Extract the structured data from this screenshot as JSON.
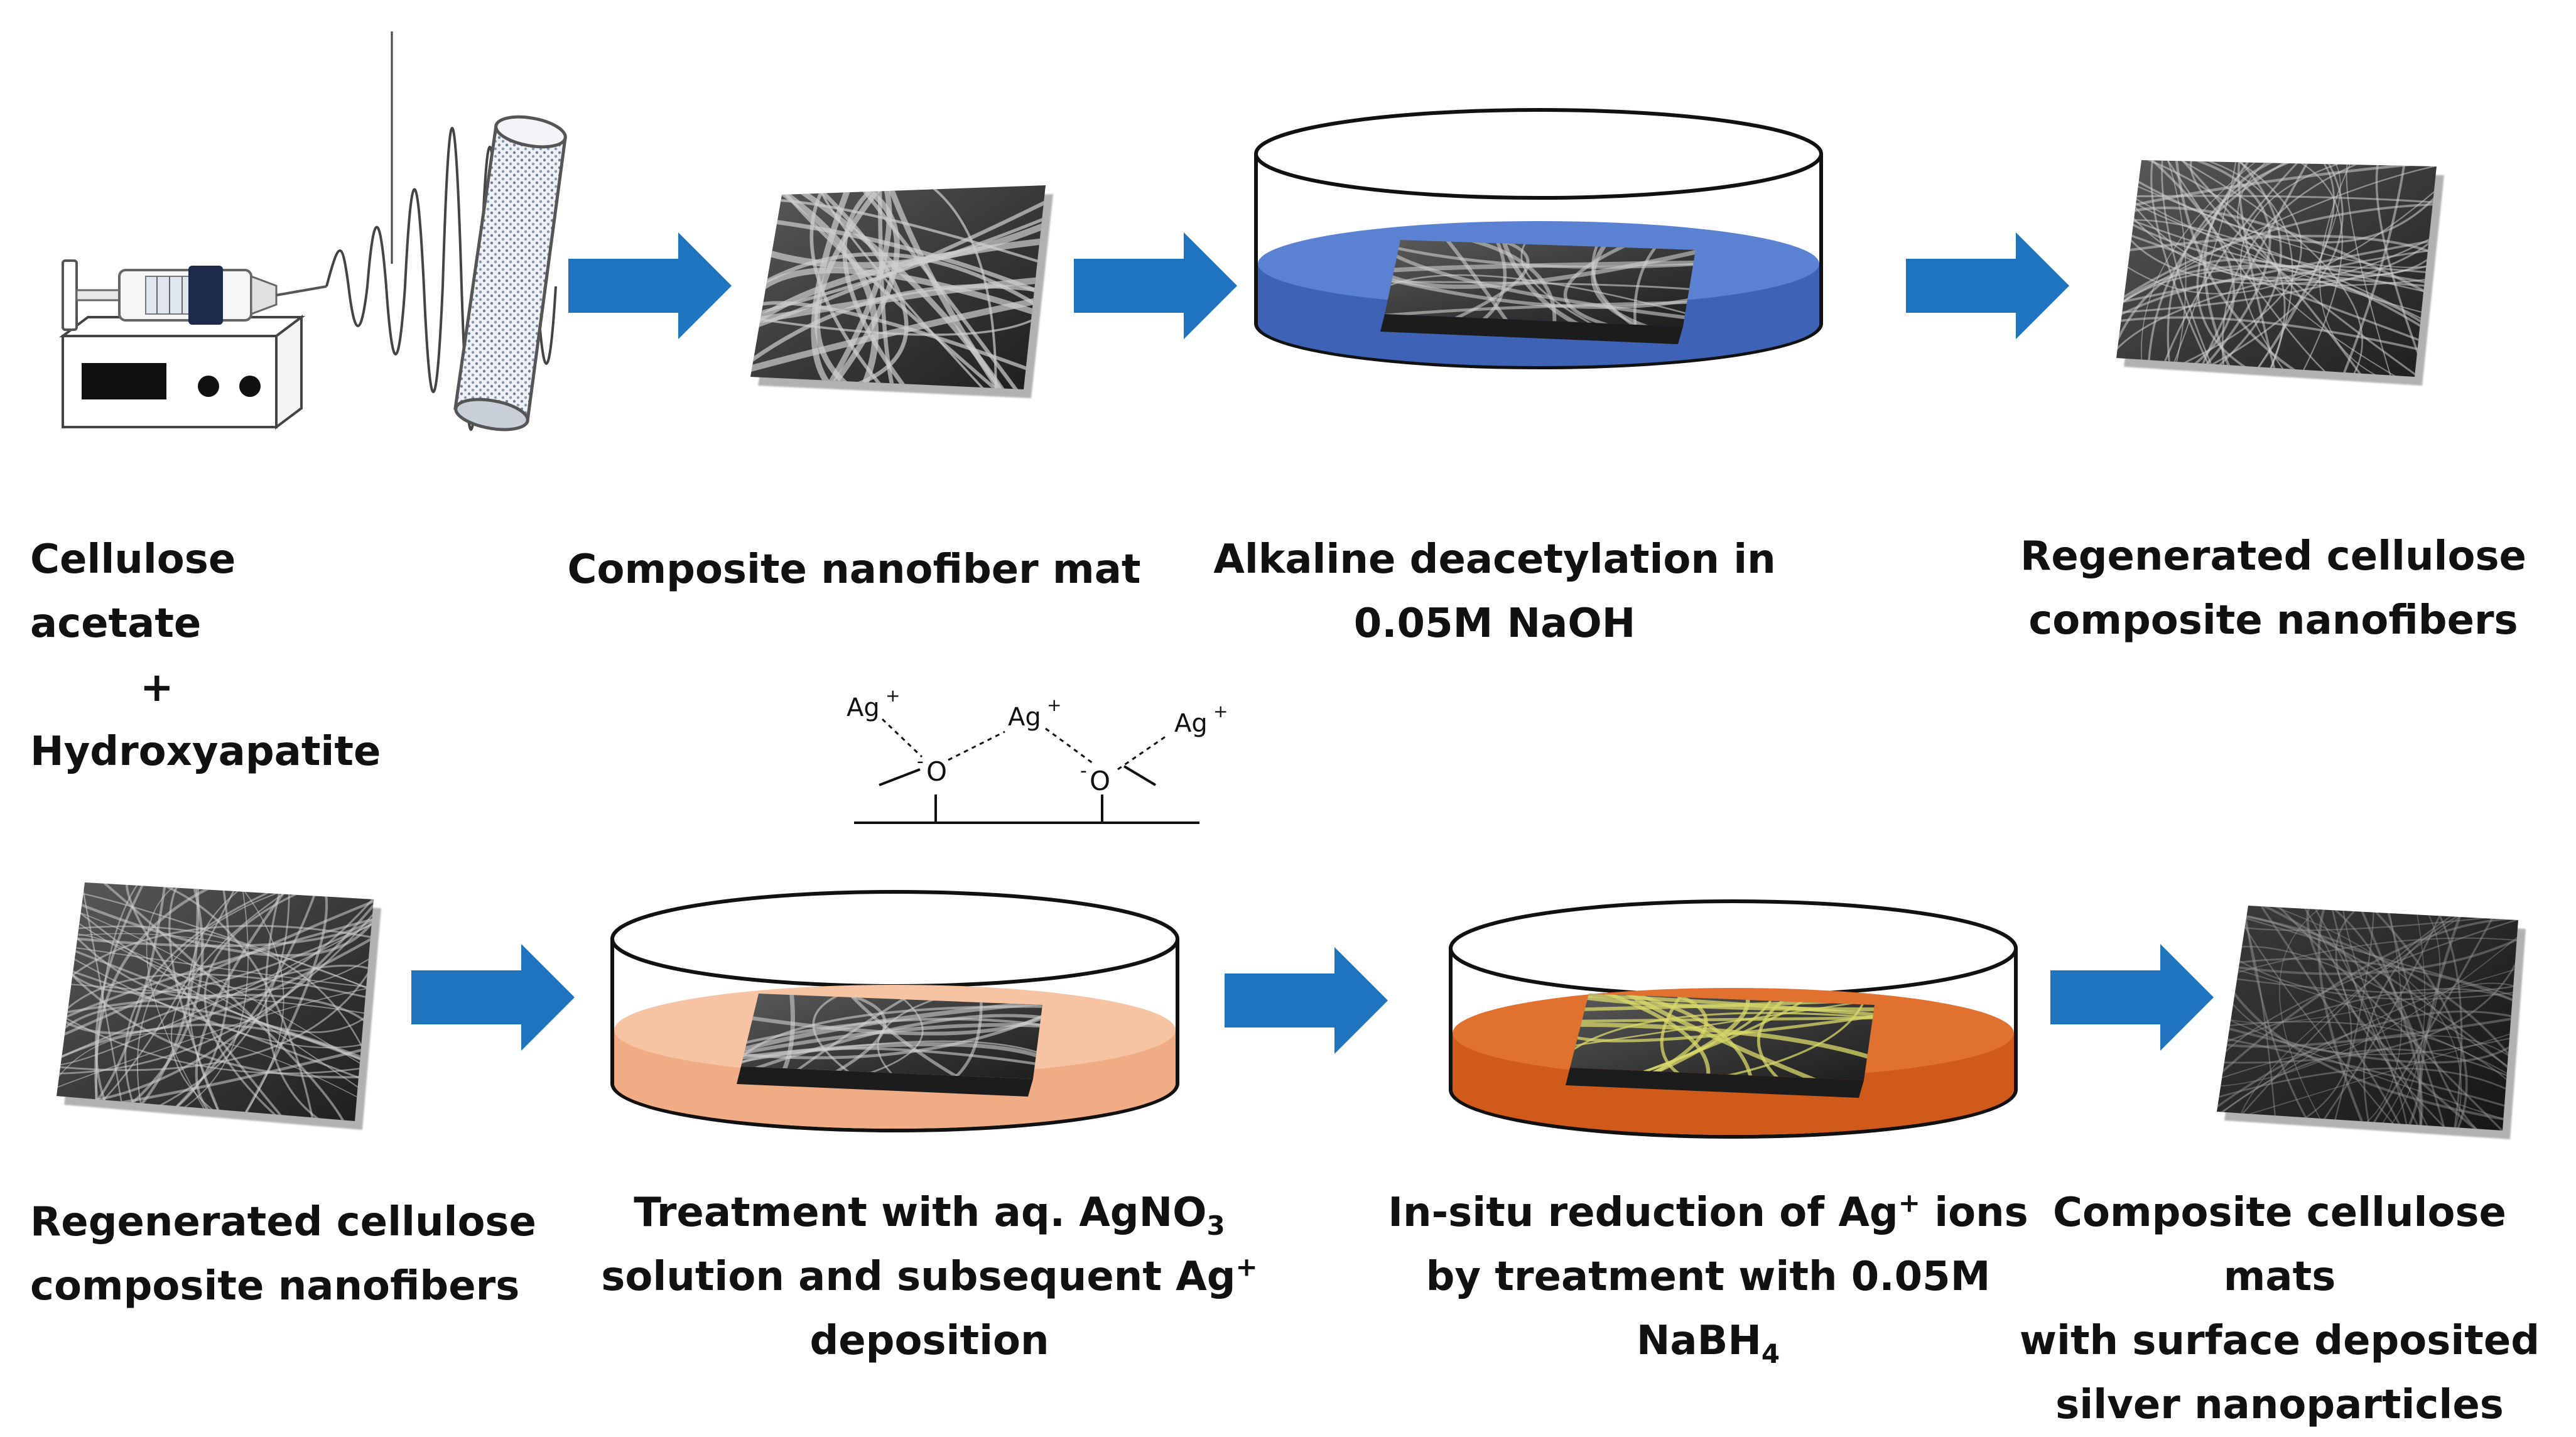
{
  "colors": {
    "arrow": "#1f74c0",
    "naoh_solution": "#4a73c8",
    "agno3_solution": "#f2b48e",
    "nabh4_solution": "#d9631f",
    "mat_dark": "#2e2e2e",
    "fiber_light": "#cfcfcf",
    "fiber_silver_tint": "#d8d86a"
  },
  "icons": {
    "electrospinner": "electrospinning-apparatus-icon",
    "collector": "drum-collector-icon",
    "dish": "petri-dish-icon",
    "mat": "nanofiber-mat-icon",
    "arrow": "right-arrow-icon"
  },
  "row1": {
    "step1": {
      "line1": "Cellulose acetate",
      "line2": "+",
      "line3": "Hydroxyapatite"
    },
    "step2": {
      "line1": "Composite nanofiber mat"
    },
    "step3": {
      "line1": "Alkaline deacetylation in",
      "line2": "0.05M NaOH"
    },
    "step4": {
      "line1": "Regenerated cellulose",
      "line2": "composite nanofibers"
    }
  },
  "row2": {
    "step1": {
      "line1": "Regenerated cellulose",
      "line2": "composite nanofibers"
    },
    "step2": {
      "line1_a": "Treatment with aq. AgNO",
      "line1_sub": "3",
      "line2_a": "solution and subsequent Ag",
      "line2_sup": "+",
      "line3": "deposition"
    },
    "step3": {
      "line1_a": "In-situ reduction of Ag",
      "line1_sup": "+",
      "line1_b": " ions",
      "line2": "by treatment with 0.05M",
      "line3_a": "NaBH",
      "line3_sub": "4"
    },
    "step4": {
      "line1": "Composite cellulose mats",
      "line2": "with surface deposited",
      "line3": "silver nanoparticles"
    }
  },
  "scheme": {
    "ag_ion": "Ag",
    "ag_charge": "+",
    "oxygen": "O",
    "oxygen_charge": "-"
  }
}
